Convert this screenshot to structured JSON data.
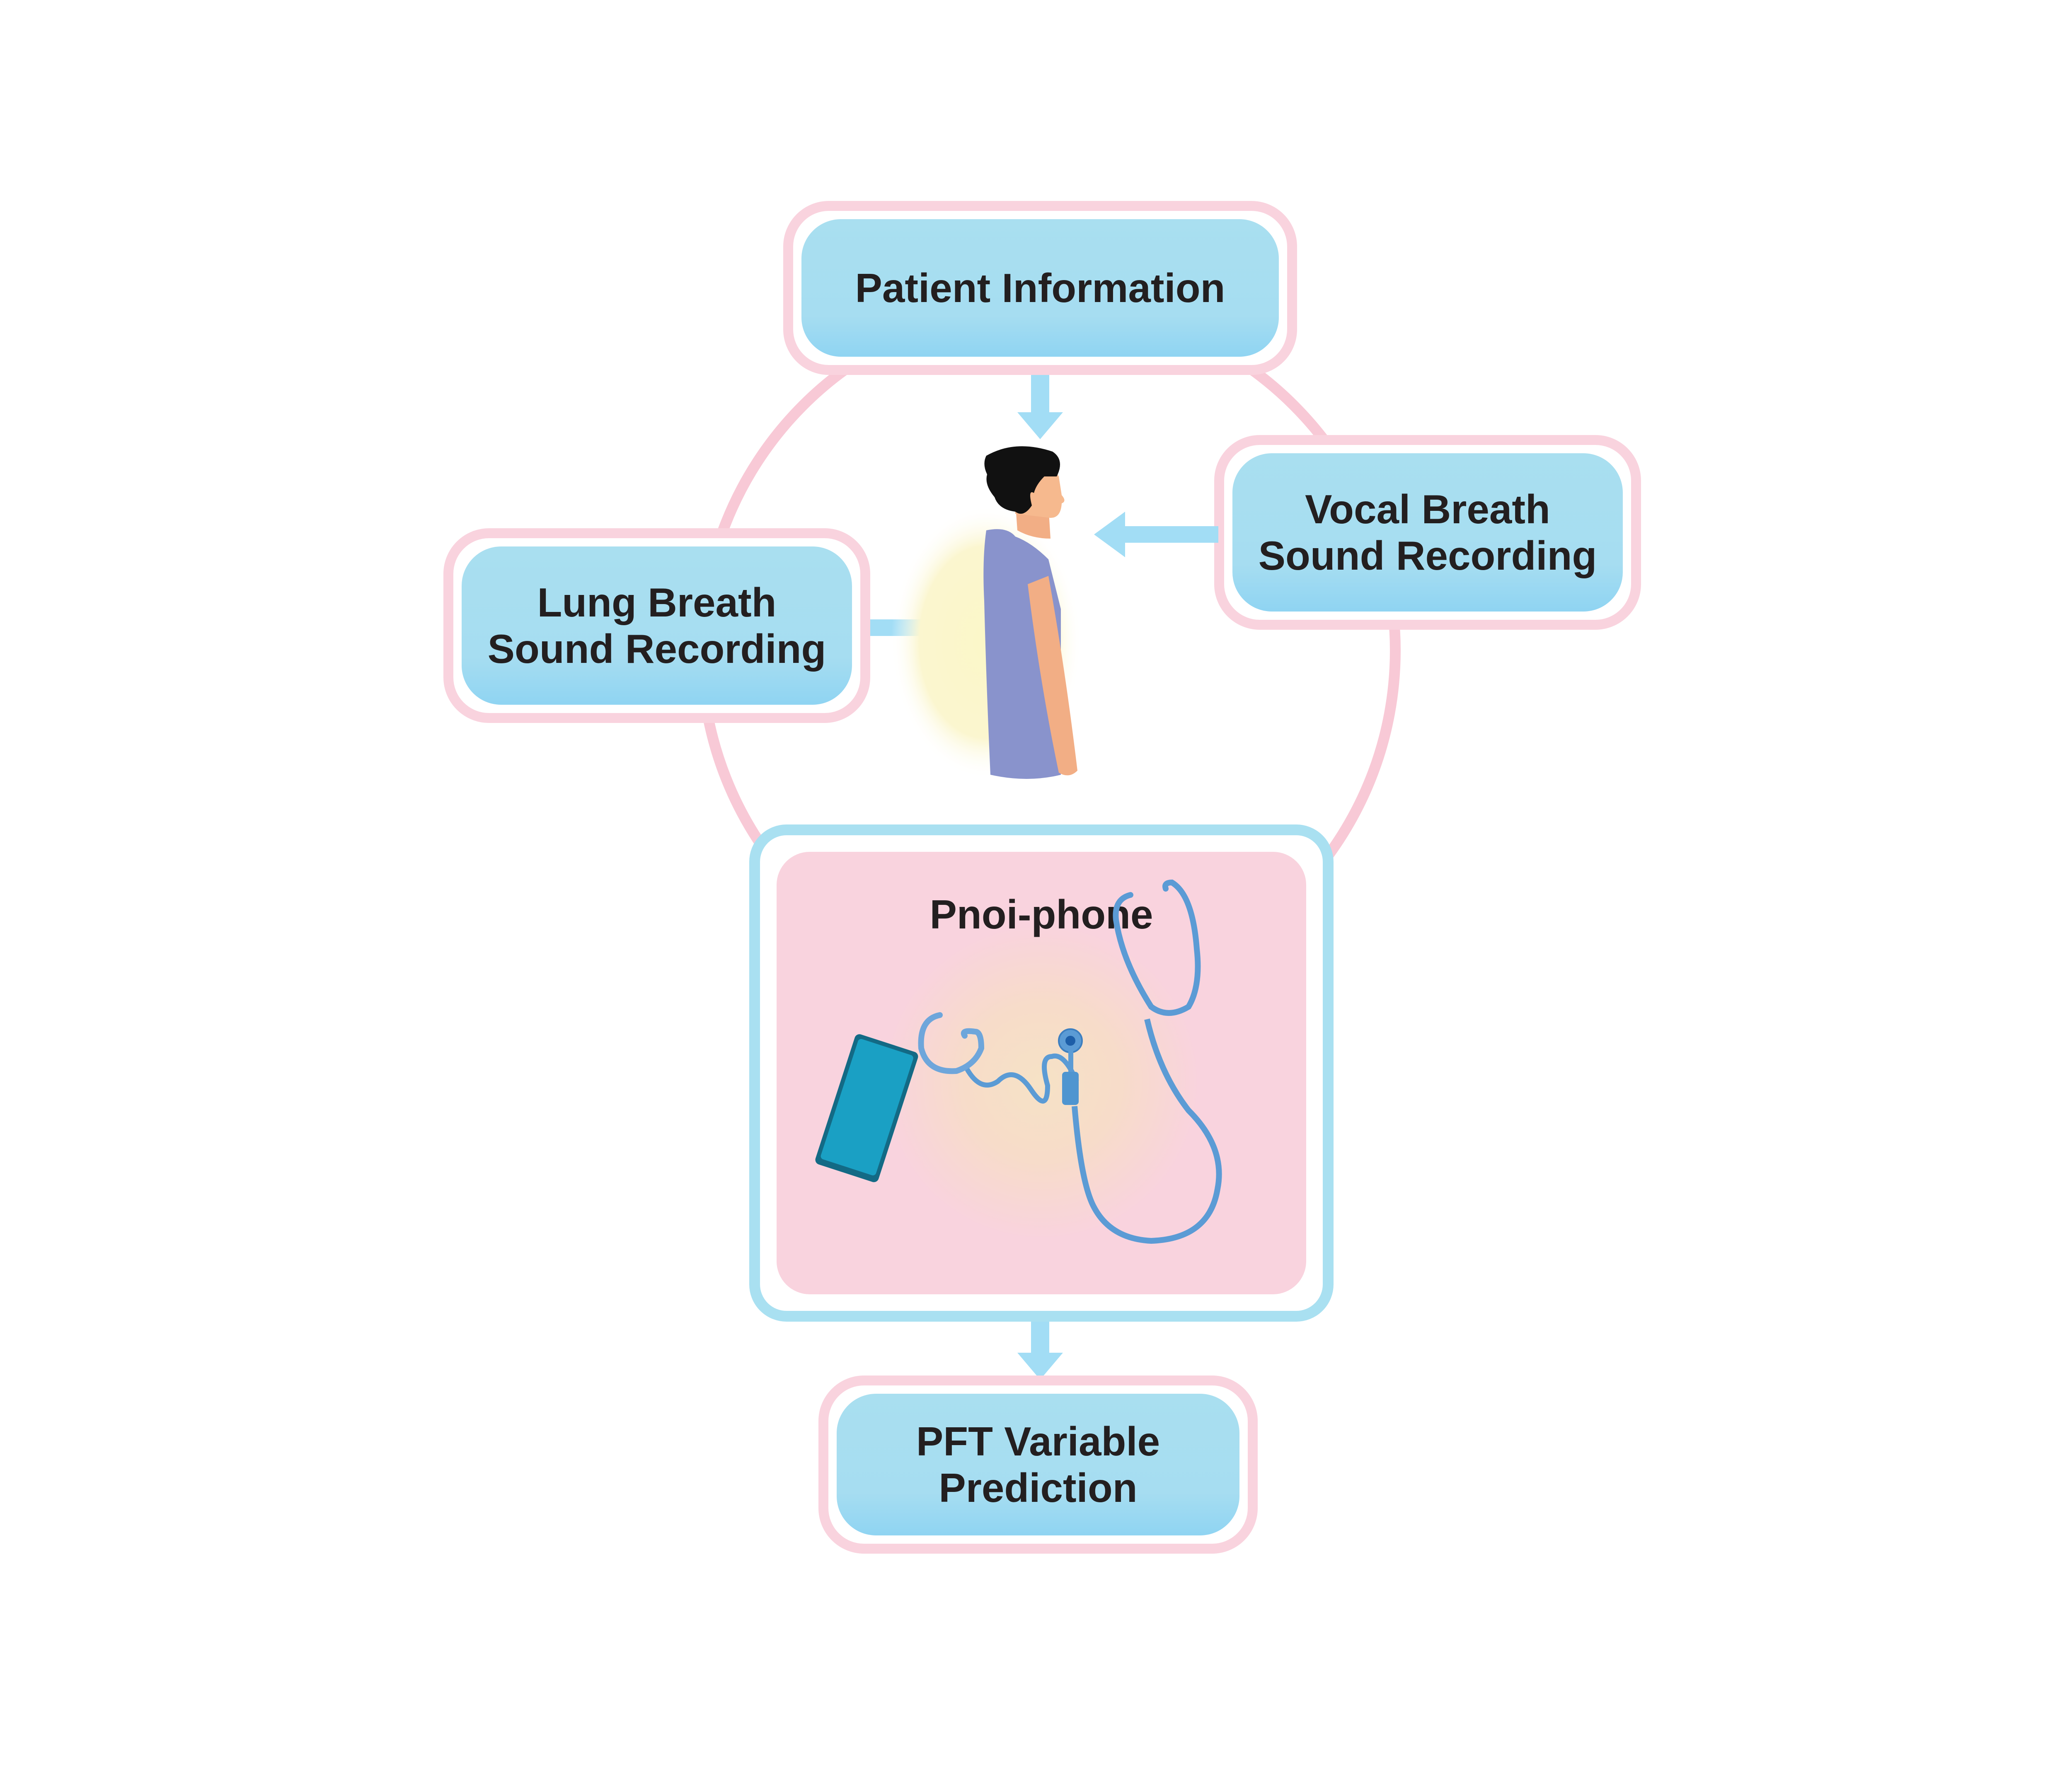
{
  "diagram": {
    "nodes": {
      "patient_information": "Patient Information",
      "vocal_breath": "Vocal Breath\nSound Recording",
      "lung_breath": "Lung Breath\nSound Recording",
      "pnoi_phone": "Pnoi-phone",
      "pft_prediction": "PFT Variable\nPrediction"
    },
    "edges": [
      {
        "from": "Patient Information",
        "to": "patient"
      },
      {
        "from": "Vocal Breath Sound Recording",
        "to": "patient"
      },
      {
        "from": "Lung Breath Sound Recording",
        "to": "patient"
      },
      {
        "from": "Pnoi-phone",
        "to": "PFT Variable Prediction"
      }
    ],
    "illustrations": [
      "patient-profile",
      "smartphone",
      "stethoscope"
    ]
  },
  "colors": {
    "box_fill": "#a9dff0",
    "box_border": "#f9d3de",
    "arrow": "#a2ddf5",
    "device_bg": "#f9d3de",
    "device_border": "#a9e0f1",
    "stethoscope": "#5b9bd5",
    "phone": "#1aa0c4"
  }
}
